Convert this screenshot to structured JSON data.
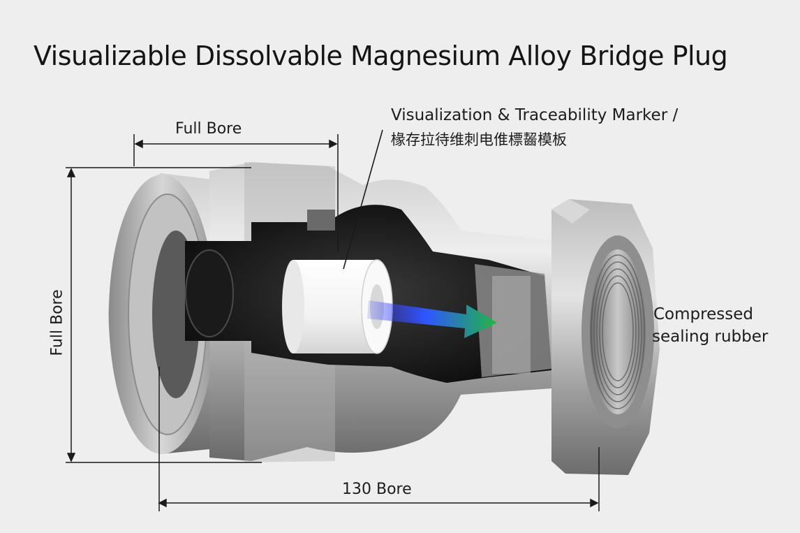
{
  "title": "Visualizable Dissolvable Magnesium Alloy Bridge Plug",
  "labels": {
    "full_bore_top": "Full Bore",
    "full_bore_side": "Full Bore",
    "marker_line1": "Visualization & Traceability Marker /",
    "marker_line2": "椽存拉待维刺电倠標齧模板",
    "rubber_line1": "Compressed",
    "rubber_line2": "sealing rubber",
    "bore_130": "130 Bore"
  },
  "colors": {
    "background": "#eeeeee",
    "metal_light": "#e6e6e6",
    "metal_mid": "#b5b5b5",
    "metal_dark": "#6e6e6e",
    "cavity": "#141414",
    "marker_white": "#f7f7f7",
    "arrow_start": "#3a3cff",
    "arrow_end": "#1fb842"
  },
  "icons": {
    "direction_arrow": "flow-arrow-icon"
  }
}
